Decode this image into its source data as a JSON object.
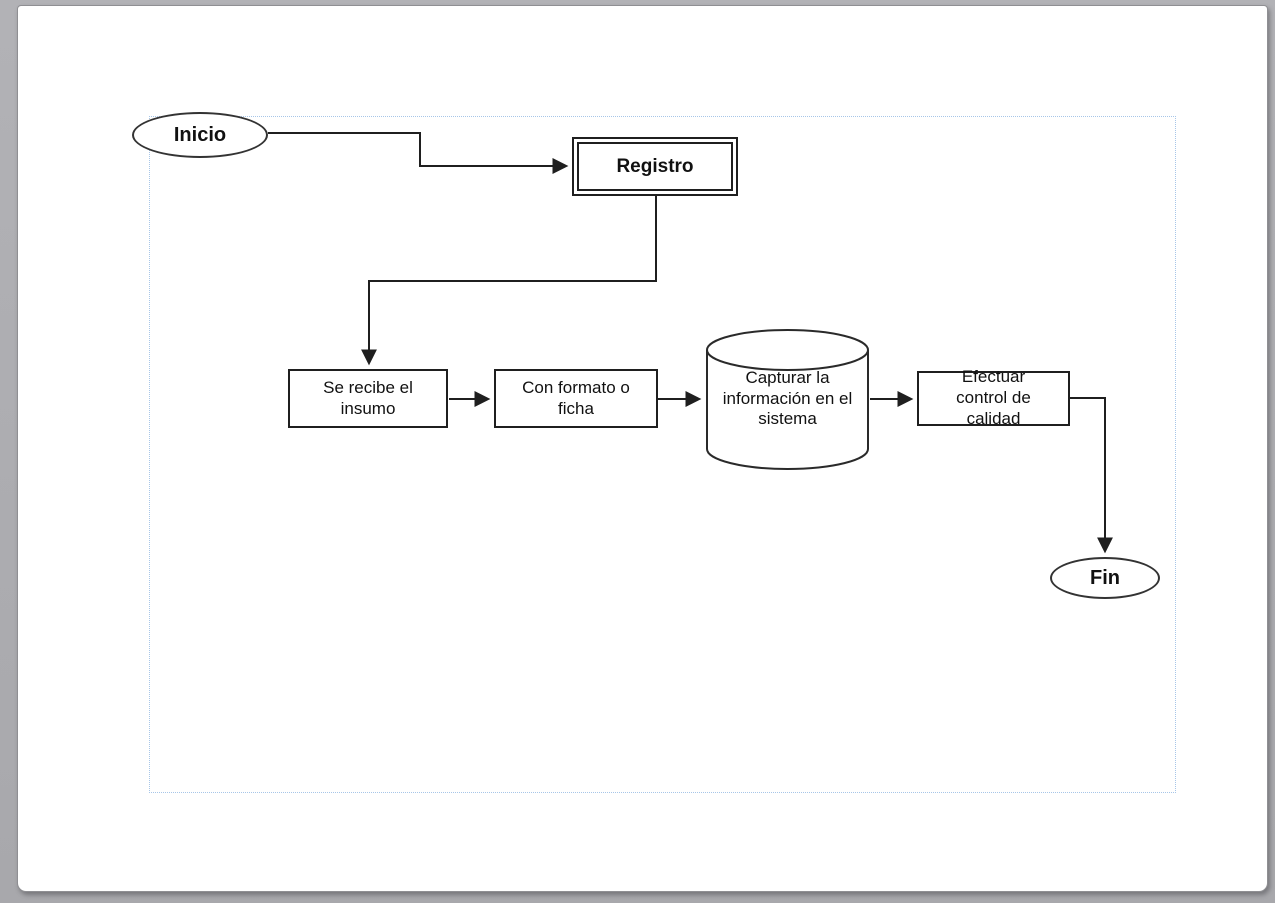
{
  "page": {
    "kind": "document-page",
    "background_color": "#ffffff",
    "canvas_color": "#ababaf",
    "frame_border_color": "#a7c6e8",
    "shape_stroke_color": "#1f1f1f",
    "text_color": "#111111"
  },
  "flowchart": {
    "nodes": {
      "inicio": {
        "shape": "terminator",
        "label": "Inicio"
      },
      "registro": {
        "shape": "predefined-process",
        "label": "Registro"
      },
      "recibe": {
        "shape": "process",
        "label": "Se recibe el insumo"
      },
      "formato": {
        "shape": "process",
        "label": "Con formato o ficha"
      },
      "capturar": {
        "shape": "database-cylinder",
        "label": "Capturar la información en el sistema"
      },
      "control": {
        "shape": "process",
        "label": "Efectuar control de calidad"
      },
      "fin": {
        "shape": "terminator",
        "label": "Fin"
      }
    },
    "edges": [
      {
        "from": "inicio",
        "to": "registro"
      },
      {
        "from": "registro",
        "to": "recibe"
      },
      {
        "from": "recibe",
        "to": "formato"
      },
      {
        "from": "formato",
        "to": "capturar"
      },
      {
        "from": "capturar",
        "to": "control"
      },
      {
        "from": "control",
        "to": "fin"
      }
    ]
  }
}
